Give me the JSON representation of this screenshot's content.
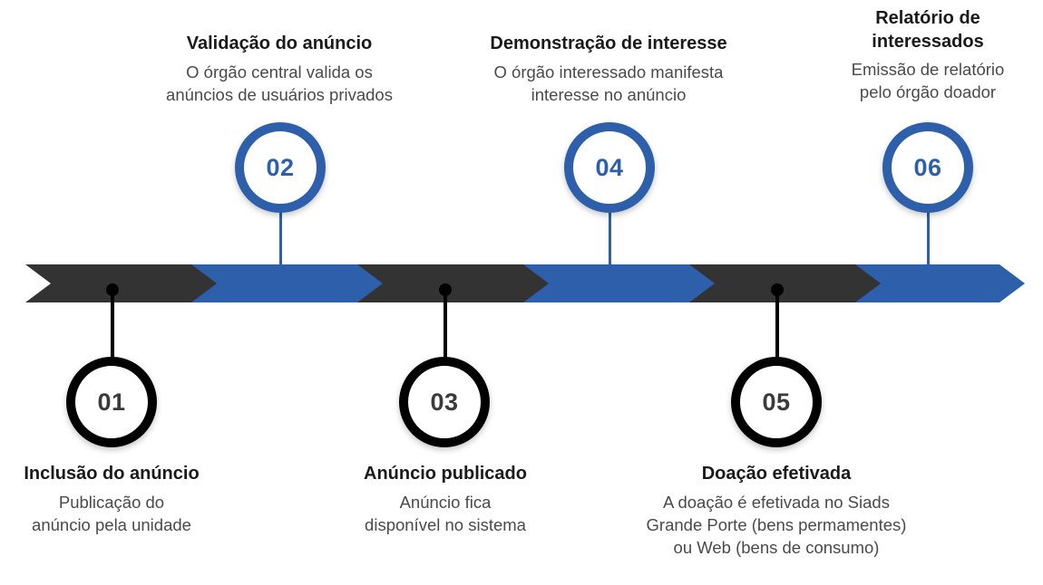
{
  "diagram": {
    "type": "process-timeline",
    "orientation": "horizontal",
    "colors": {
      "blue": "#2d5fab",
      "dark": "#333333",
      "black": "#000000",
      "background": "#ffffff",
      "title_text": "#1a1a1a",
      "body_text": "#4a4a4a"
    },
    "band": {
      "segment_colors": [
        "#333333",
        "#2d5fab",
        "#333333",
        "#2d5fab",
        "#333333",
        "#2d5fab"
      ]
    }
  },
  "steps": [
    {
      "number": "01",
      "position": "below",
      "marker_color": "#000000",
      "title": "Inclusão do anúncio",
      "description": "Publicação do\nanúncio pela unidade"
    },
    {
      "number": "02",
      "position": "above",
      "marker_color": "#2d5fab",
      "title": "Validação do anúncio",
      "description": "O órgão central valida os\nanúncios de usuários privados"
    },
    {
      "number": "03",
      "position": "below",
      "marker_color": "#000000",
      "title": "Anúncio publicado",
      "description": "Anúncio fica\ndisponível no sistema"
    },
    {
      "number": "04",
      "position": "above",
      "marker_color": "#2d5fab",
      "title": "Demonstração de interesse",
      "description": "O órgão interessado manifesta\ninteresse no anúncio"
    },
    {
      "number": "05",
      "position": "below",
      "marker_color": "#000000",
      "title": "Doação efetivada",
      "description": "A doação é efetivada no Siads\nGrande Porte (bens permamentes)\nou Web (bens de consumo)"
    },
    {
      "number": "06",
      "position": "above",
      "marker_color": "#2d5fab",
      "title": "Relatório de\ninteressados",
      "description": "Emissão de relatório\npelo órgão doador"
    }
  ]
}
